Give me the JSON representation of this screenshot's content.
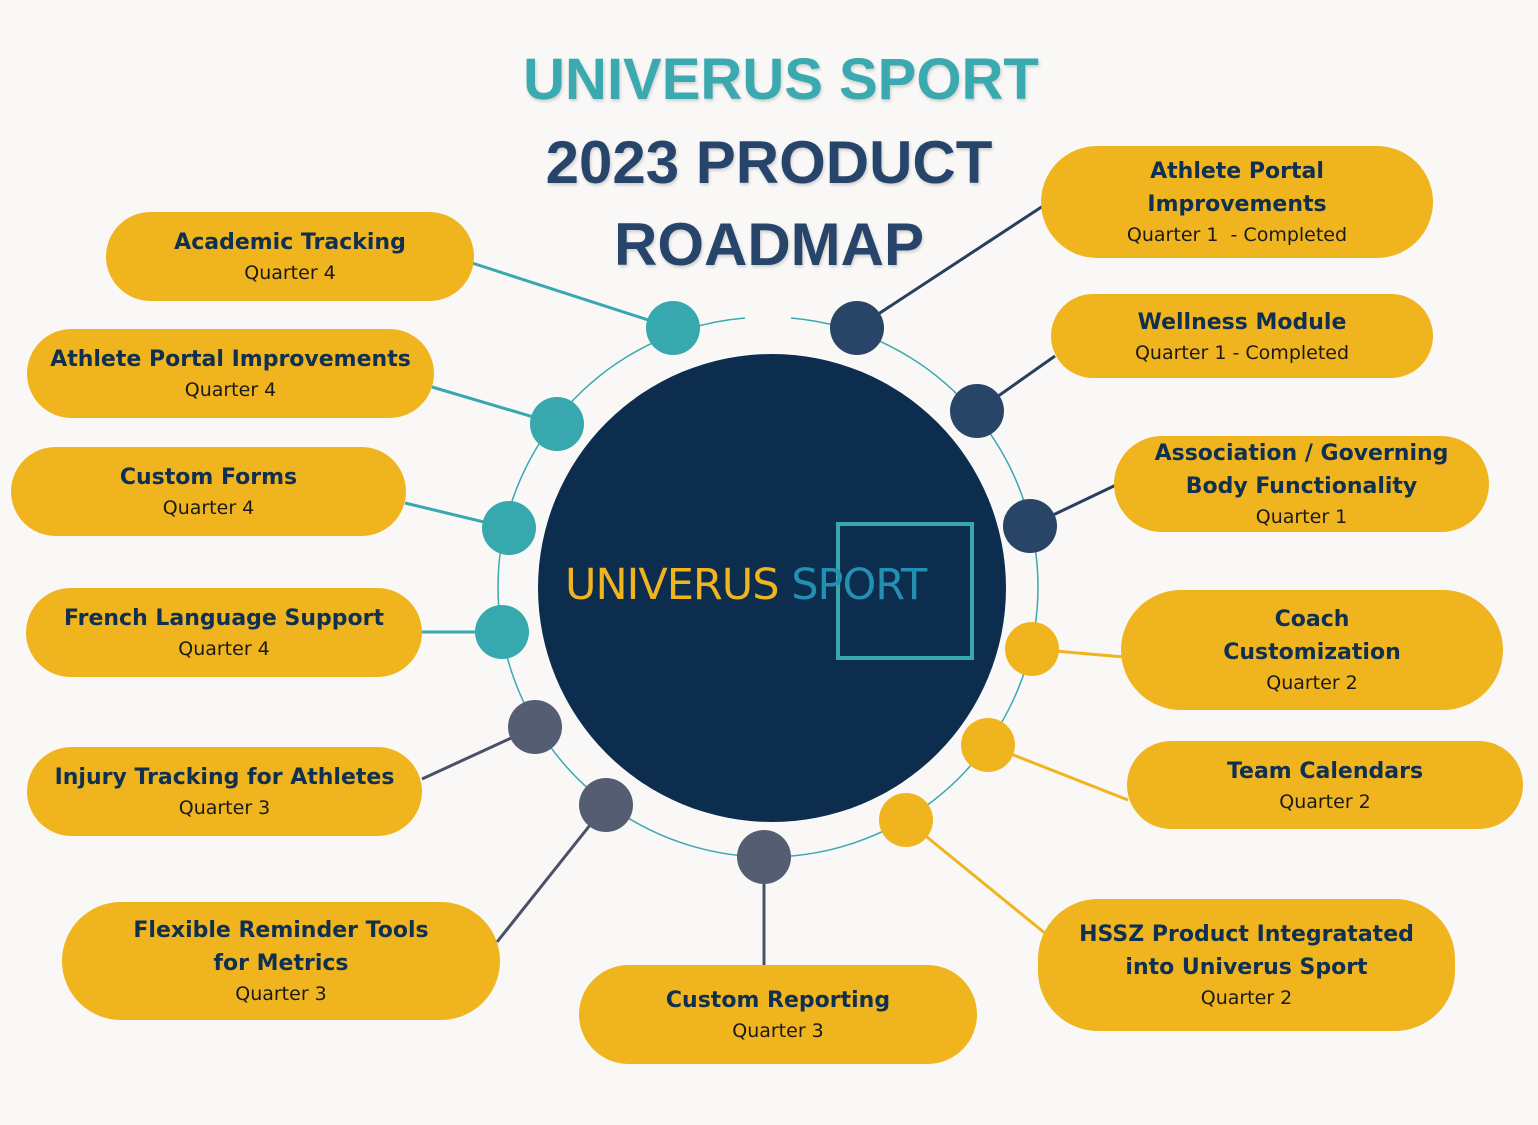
{
  "title": {
    "line1": "UNIVERUS SPORT",
    "line2": "2023 PRODUCT",
    "line3": "ROADMAP"
  },
  "logo": {
    "part1": "UNIVERUS",
    "part2": "SPORT"
  },
  "colors": {
    "background": "#f9f8f7",
    "pill": "#f0b41e",
    "center": "#0c2d4e",
    "title_teal": "#3aa9b0",
    "title_navy": "#27446a",
    "quarter_1": "#284466",
    "quarter_2": "#f0b41e",
    "quarter_3": "#545d72",
    "quarter_4": "#37a8ae"
  },
  "items": [
    {
      "name": "Athlete Portal Improvements",
      "name_lines": [
        "Athlete Portal",
        "Improvements"
      ],
      "quarter": "Quarter 1  - Completed",
      "q": 1
    },
    {
      "name": "Wellness Module",
      "name_lines": [
        "Wellness Module"
      ],
      "quarter": "Quarter 1 - Completed",
      "q": 1
    },
    {
      "name": "Association / Governing Body Functionality",
      "name_lines": [
        "Association / Governing",
        "Body Functionality"
      ],
      "quarter": "Quarter 1",
      "q": 1
    },
    {
      "name": "Coach Customization",
      "name_lines": [
        "Coach",
        "Customization"
      ],
      "quarter": "Quarter 2",
      "q": 2
    },
    {
      "name": "Team Calendars",
      "name_lines": [
        "Team Calendars"
      ],
      "quarter": "Quarter 2",
      "q": 2
    },
    {
      "name": "HSSZ Product Integratated into Univerus Sport",
      "name_lines": [
        "HSSZ Product Integratated",
        "into Univerus Sport"
      ],
      "quarter": "Quarter 2",
      "q": 2
    },
    {
      "name": "Custom Reporting",
      "name_lines": [
        "Custom Reporting"
      ],
      "quarter": "Quarter 3",
      "q": 3
    },
    {
      "name": "Flexible Reminder Tools for Metrics",
      "name_lines": [
        "Flexible Reminder Tools",
        "for Metrics"
      ],
      "quarter": "Quarter 3",
      "q": 3
    },
    {
      "name": "Injury Tracking for Athletes",
      "name_lines": [
        "Injury Tracking for Athletes"
      ],
      "quarter": "Quarter 3",
      "q": 3
    },
    {
      "name": "French Language Support",
      "name_lines": [
        "French Language Support"
      ],
      "quarter": "Quarter 4",
      "q": 4
    },
    {
      "name": "Custom Forms",
      "name_lines": [
        "Custom Forms"
      ],
      "quarter": "Quarter 4",
      "q": 4
    },
    {
      "name": "Athlete Portal Improvements",
      "name_lines": [
        "Athlete Portal Improvements"
      ],
      "quarter": "Quarter 4",
      "q": 4
    },
    {
      "name": "Academic Tracking",
      "name_lines": [
        "Academic Tracking"
      ],
      "quarter": "Quarter 4",
      "q": 4
    }
  ]
}
